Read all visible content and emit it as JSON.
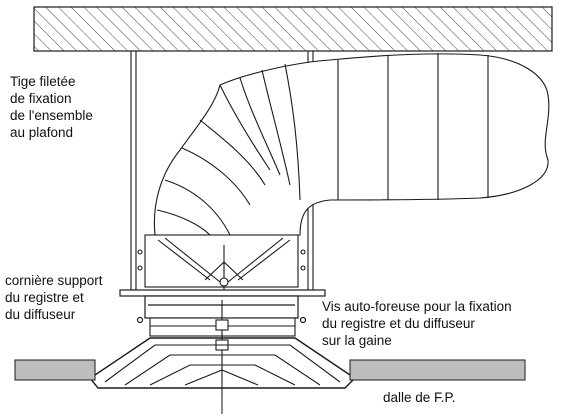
{
  "labels": {
    "rod": [
      "Tige filetée",
      "de fixation",
      "de l'ensemble",
      "au plafond"
    ],
    "angle": [
      "cornière support",
      "du registre et",
      "du diffuseur"
    ],
    "screw": [
      "Vis auto-foreuse pour la fixation",
      "du registre et du diffuseur",
      "sur la gaine"
    ],
    "slab": "dalle de F.P."
  },
  "colors": {
    "line": "#1a1a1a",
    "slab_fill": "#bdbdbd",
    "ceiling_hatch": "#444444"
  }
}
